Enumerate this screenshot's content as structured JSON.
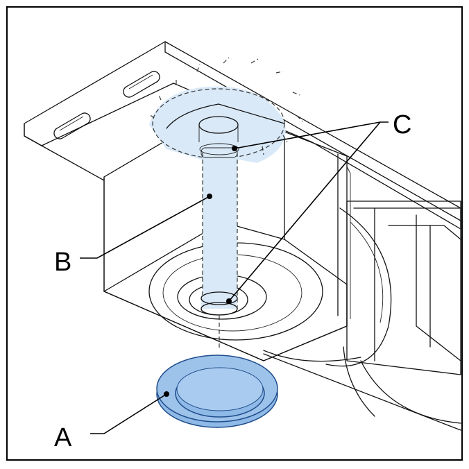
{
  "callouts": {
    "a": "A",
    "b": "B",
    "c": "C"
  },
  "colors": {
    "part_fill": "#8fb9e6",
    "part_fill_light": "#d9e9f8",
    "part_stroke": "#1f4e8c",
    "line": "#111111"
  }
}
